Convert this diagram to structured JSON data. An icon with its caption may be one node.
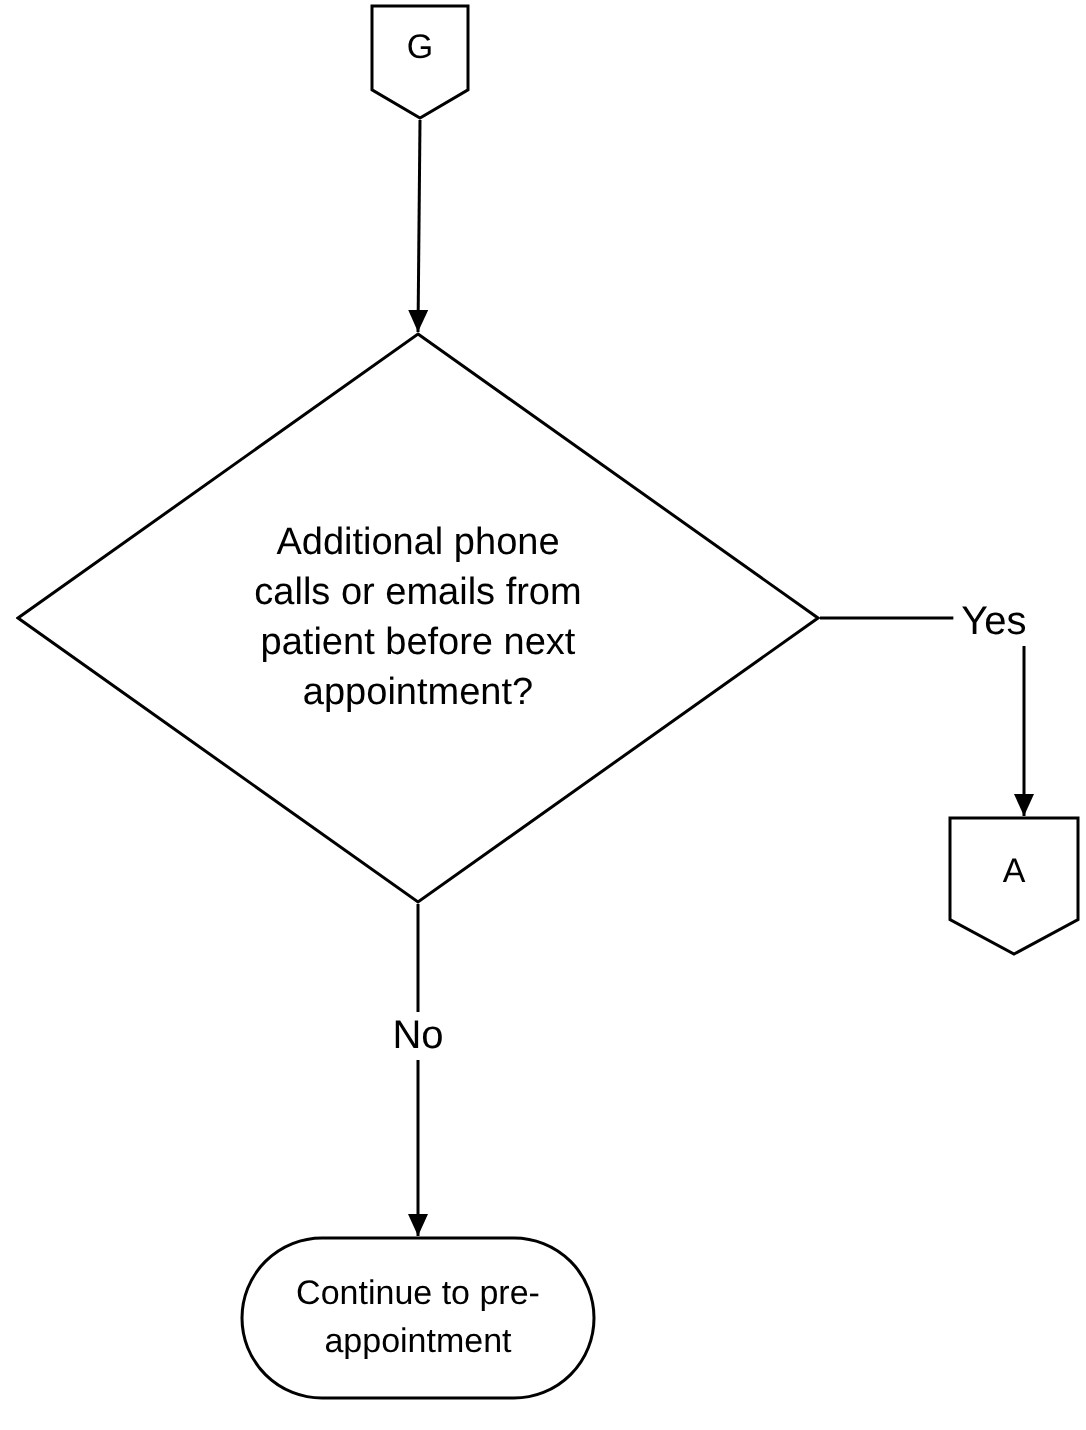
{
  "diagram": {
    "nodes": [
      {
        "text": [
          "G"
        ]
      },
      {
        "text": [
          "Additional phone calls or emails from patient before next appointment?"
        ]
      },
      {
        "text": [
          "A"
        ]
      },
      {
        "text": [
          "Continue to pre-appointment"
        ]
      }
    ],
    "edges": [
      {
        "from": 0,
        "to": 1,
        "arrow": "to"
      },
      {
        "from": 1,
        "to": 2,
        "arrow": "to",
        "label": "Yes"
      },
      {
        "from": 1,
        "to": 3,
        "arrow": "to",
        "label": "No"
      }
    ]
  }
}
